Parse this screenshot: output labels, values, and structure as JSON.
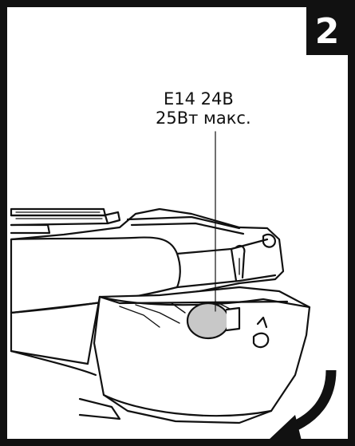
{
  "step": {
    "number": "2"
  },
  "bulb_label": {
    "line1": "E14 24B",
    "line2": "25Вт макс."
  },
  "icons": {
    "arrow": "curved-arrow-down-left-icon",
    "bulb": "light-bulb-icon"
  },
  "colors": {
    "ink": "#111111",
    "bulb_fill": "#c8c8c8",
    "background": "#ffffff"
  }
}
